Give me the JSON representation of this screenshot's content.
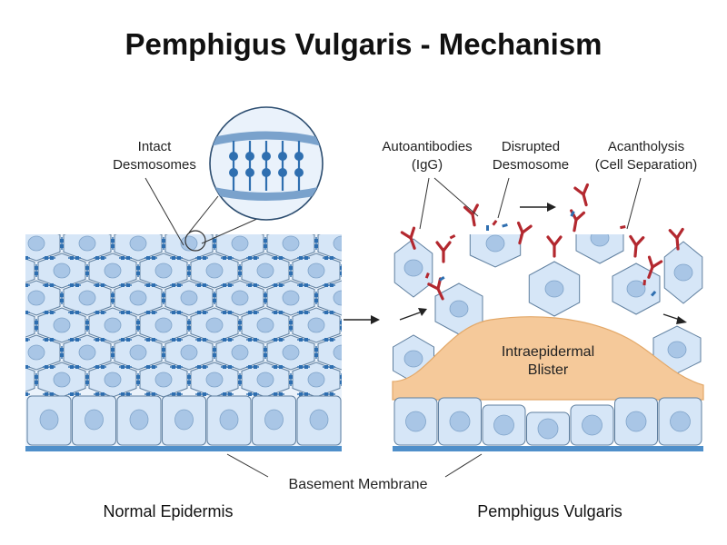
{
  "title": "Pemphigus Vulgaris - Mechanism",
  "labels": {
    "intact_line1": "Intact",
    "intact_line2": "Desmosomes",
    "autoab_line1": "Autoantibodies",
    "autoab_line2": "(IgG)",
    "disrupted_line1": "Disrupted",
    "disrupted_line2": "Desmosome",
    "acantholysis_line1": "Acantholysis",
    "acantholysis_line2": "(Cell Separation)",
    "blister_line1": "Intraepidermal",
    "blister_line2": "Blister",
    "basement": "Basement Membrane"
  },
  "captions": {
    "left": "Normal Epidermis",
    "right": "Pemphigus Vulgaris"
  },
  "colors": {
    "cell_fill": "#d6e6f7",
    "cell_stroke": "#5f7f9f",
    "nucleus": "#a9c6e6",
    "desmosome": "#2f6fb0",
    "antibody": "#b3282f",
    "blister": "#f5c99a",
    "membrane": "#4f8fca"
  }
}
